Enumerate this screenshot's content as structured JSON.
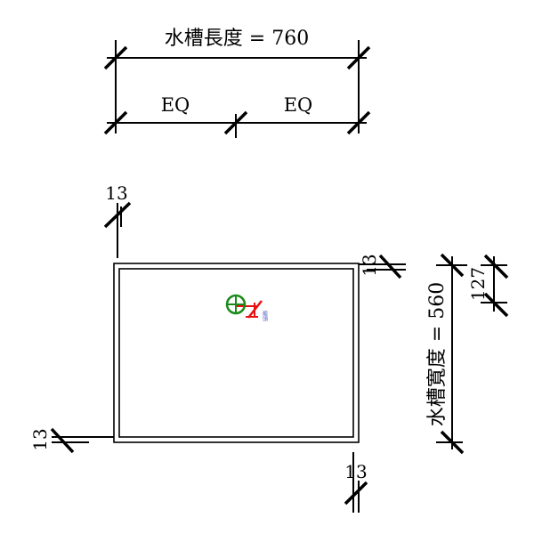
{
  "dimensions": {
    "length_label": "水槽長度 = 760",
    "eq_left": "EQ",
    "eq_right": "EQ",
    "width_label": "水槽寬度 = 560",
    "offset_127": "127",
    "edge_top_left": "13",
    "edge_top_right": "13",
    "edge_bottom_left": "13",
    "edge_bottom": "13"
  },
  "symbol": {
    "faucet_label": "龍頭",
    "colors": {
      "circle": "#1a8a1a",
      "pipe": "#e81010",
      "label": "#5060c0"
    }
  }
}
